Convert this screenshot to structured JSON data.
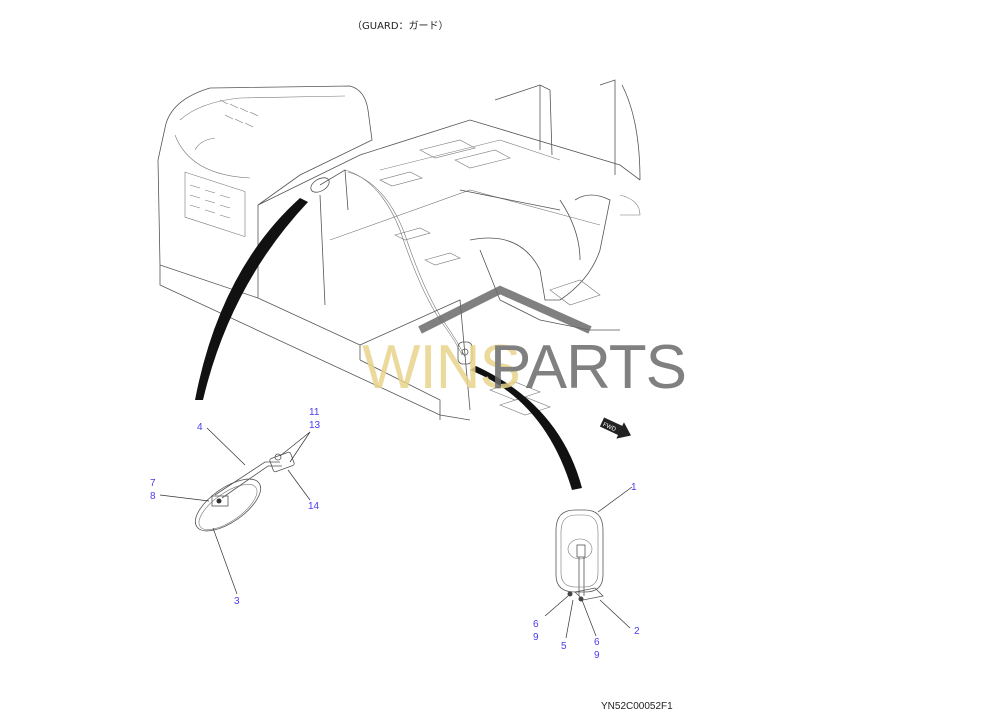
{
  "title": "（GUARD：ガード）",
  "figure_code": "YN52C00052F1",
  "watermark": {
    "text_left": "WINS",
    "text_right": "PARTS",
    "color_left": "#e8d48a",
    "color_right": "#6a6a6a"
  },
  "fwd_label": "FWD",
  "callouts": {
    "n1": "1",
    "n2": "2",
    "n3": "3",
    "n4": "4",
    "n5": "5",
    "n6a": "6",
    "n9a": "9",
    "n6b": "6",
    "n9b": "9",
    "n7": "7",
    "n8": "8",
    "n11": "11",
    "n13": "13",
    "n14": "14"
  },
  "colors": {
    "callout": "#4a3cf0",
    "line": "#555555"
  }
}
